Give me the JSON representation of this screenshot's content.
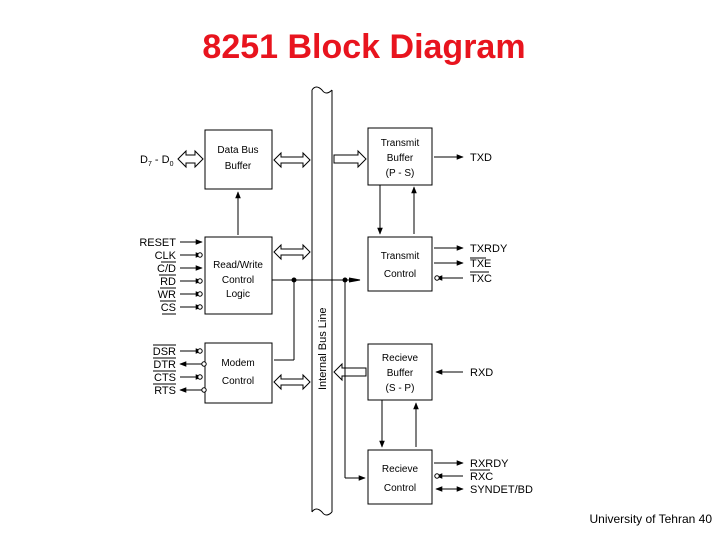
{
  "title": "8251 Block Diagram",
  "footer": "University of Tehran 40",
  "bus_label": "Internal Bus Line",
  "data_pins": {
    "main": "D",
    "sub7": "7",
    "dash": " - D",
    "sub0": "0"
  },
  "blocks": {
    "data_bus_buffer": [
      "Data Bus",
      "Buffer"
    ],
    "read_write_control": [
      "Read/Write",
      "Control",
      "Logic"
    ],
    "modem_control": [
      "Modem",
      "Control"
    ],
    "transmit_buffer": [
      "Transmit",
      "Buffer",
      "(P - S)"
    ],
    "transmit_control": [
      "Transmit",
      "Control"
    ],
    "receive_buffer": [
      "Recieve",
      "Buffer",
      "(S - P)"
    ],
    "receive_control": [
      "Recieve",
      "Control"
    ]
  },
  "rw_pins": [
    "RESET",
    "CLK",
    "C/D",
    "RD",
    "WR",
    "CS"
  ],
  "modem_pins": [
    "DSR",
    "DTR",
    "CTS",
    "RTS"
  ],
  "tx_pins": [
    "TXRDY",
    "TXE",
    "TXC"
  ],
  "rx_pins": [
    "RXRDY",
    "RXC",
    "SYNDET/BD"
  ],
  "txd": "TXD",
  "rxd": "RXD",
  "colors": {
    "title": "#e8141e",
    "lines": "#000000"
  }
}
